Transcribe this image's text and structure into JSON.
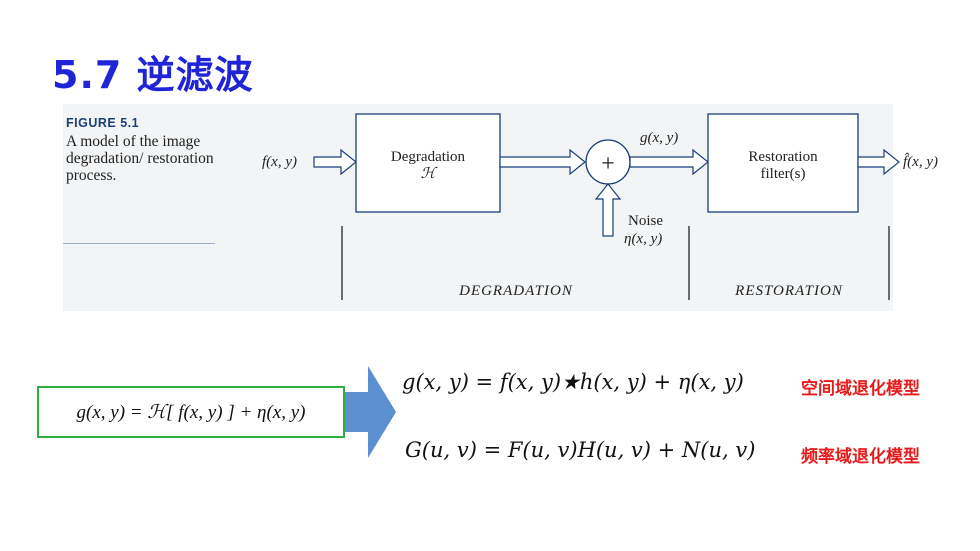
{
  "title": "5.7 逆滤波",
  "figure": {
    "number": "FIGURE 5.1",
    "caption": "A model of the image degradation/ restoration process.",
    "input_label": "f(x, y)",
    "degradation_block": {
      "line1": "Degradation",
      "line2": "ℋ"
    },
    "adder_symbol": "+",
    "g_label": "g(x, y)",
    "noise_label": "Noise",
    "noise_symbol": "η(x, y)",
    "restoration_block": {
      "line1": "Restoration",
      "line2": "filter(s)"
    },
    "output_label": "f̂(x, y)",
    "degradation_section": "DEGRADATION",
    "restoration_section": "RESTORATION"
  },
  "model_equation": "g(x, y) = ℋ[ f(x, y) ] + η(x, y)",
  "spatial_equation": "g(x, y) = f(x, y)★h(x, y) + η(x, y)",
  "spatial_label": "空间域退化模型",
  "frequency_equation": "G(u, v) = F(u, v)H(u, v) + N(u, v)",
  "frequency_label": "频率域退化模型",
  "colors": {
    "title": "#1f25d6",
    "label_red": "#e61c1c",
    "box_green": "#2fae3e",
    "arrow_blue": "#5b8fd0",
    "block_border": "#1b3f7a"
  }
}
